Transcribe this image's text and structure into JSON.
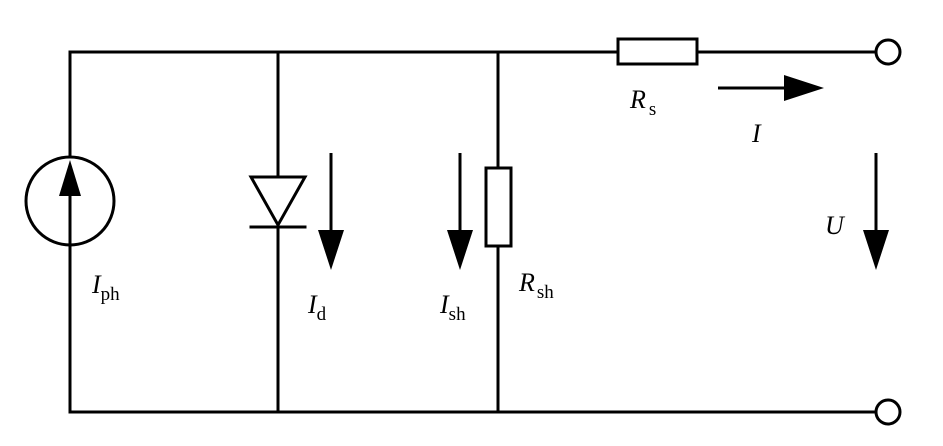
{
  "diagram": {
    "labels": {
      "photocurrent": {
        "main": "I",
        "sub": "ph"
      },
      "diode_current": {
        "main": "I",
        "sub": "d"
      },
      "shunt_current": {
        "main": "I",
        "sub": "sh"
      },
      "shunt_resistor": {
        "main": "R",
        "sub": "sh"
      },
      "series_resistor": {
        "main": "R",
        "sub": "s"
      },
      "output_current": {
        "main": "I"
      },
      "output_voltage": {
        "main": "U"
      }
    }
  }
}
